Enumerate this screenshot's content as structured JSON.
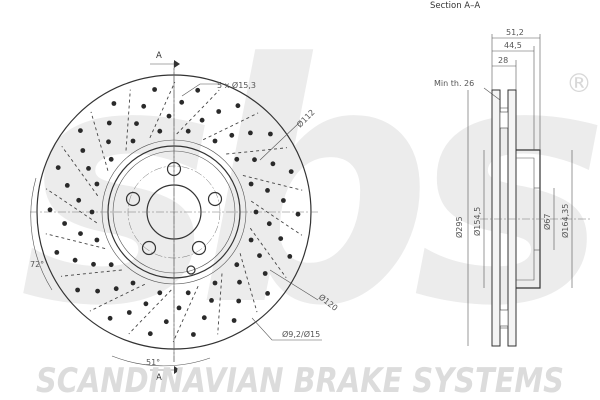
{
  "section_title": "Section A–A",
  "section_marker": "A",
  "brand": {
    "wordmark": "sbs",
    "registered_mark": "®",
    "footer_text": "SCANDINAVIAN BRAKE SYSTEMS",
    "watermark_color": "#e6e6e6"
  },
  "front_view": {
    "bolt_holes_label": "5 x Ø15,3",
    "pcd_label": "Ø112",
    "hub_label": "Ø120",
    "drill_label": "Ø9,2/Ø15",
    "angle_72_label": "72°",
    "angle_51_label": "51°"
  },
  "section_view": {
    "width_total": "51,2",
    "width_hat": "44,5",
    "width_disc": "28",
    "min_thickness": "Min th. 26",
    "outer_diameter": "Ø295",
    "bore_inner": "Ø154,5",
    "center_bore": "Ø67",
    "hat_diameter": "Ø164,35"
  }
}
